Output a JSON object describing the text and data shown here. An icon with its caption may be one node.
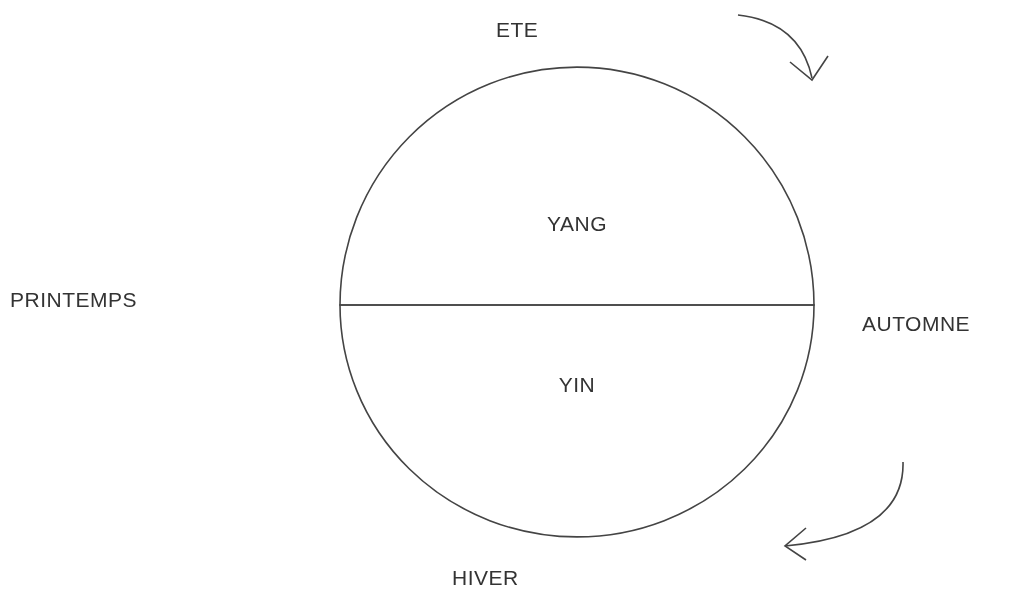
{
  "diagram": {
    "nodes": [
      {
        "text": [
          "YANG"
        ]
      },
      {
        "text": [
          "YIN"
        ]
      }
    ],
    "labels": [
      "ETE",
      "PRINTEMPS",
      "AUTOMNE",
      "HIVER"
    ]
  }
}
